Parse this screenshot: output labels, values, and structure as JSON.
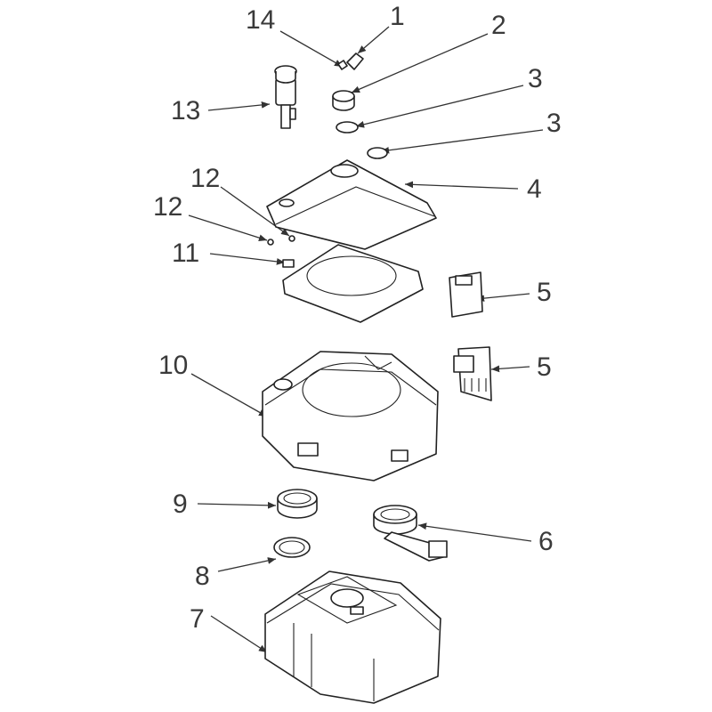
{
  "diagram": {
    "title": "Portable toilet exploded parts view",
    "callouts": [
      "14",
      "1",
      "2",
      "3",
      "3",
      "13",
      "4",
      "12",
      "12",
      "11",
      "5",
      "10",
      "5",
      "9",
      "6",
      "8",
      "7"
    ]
  }
}
